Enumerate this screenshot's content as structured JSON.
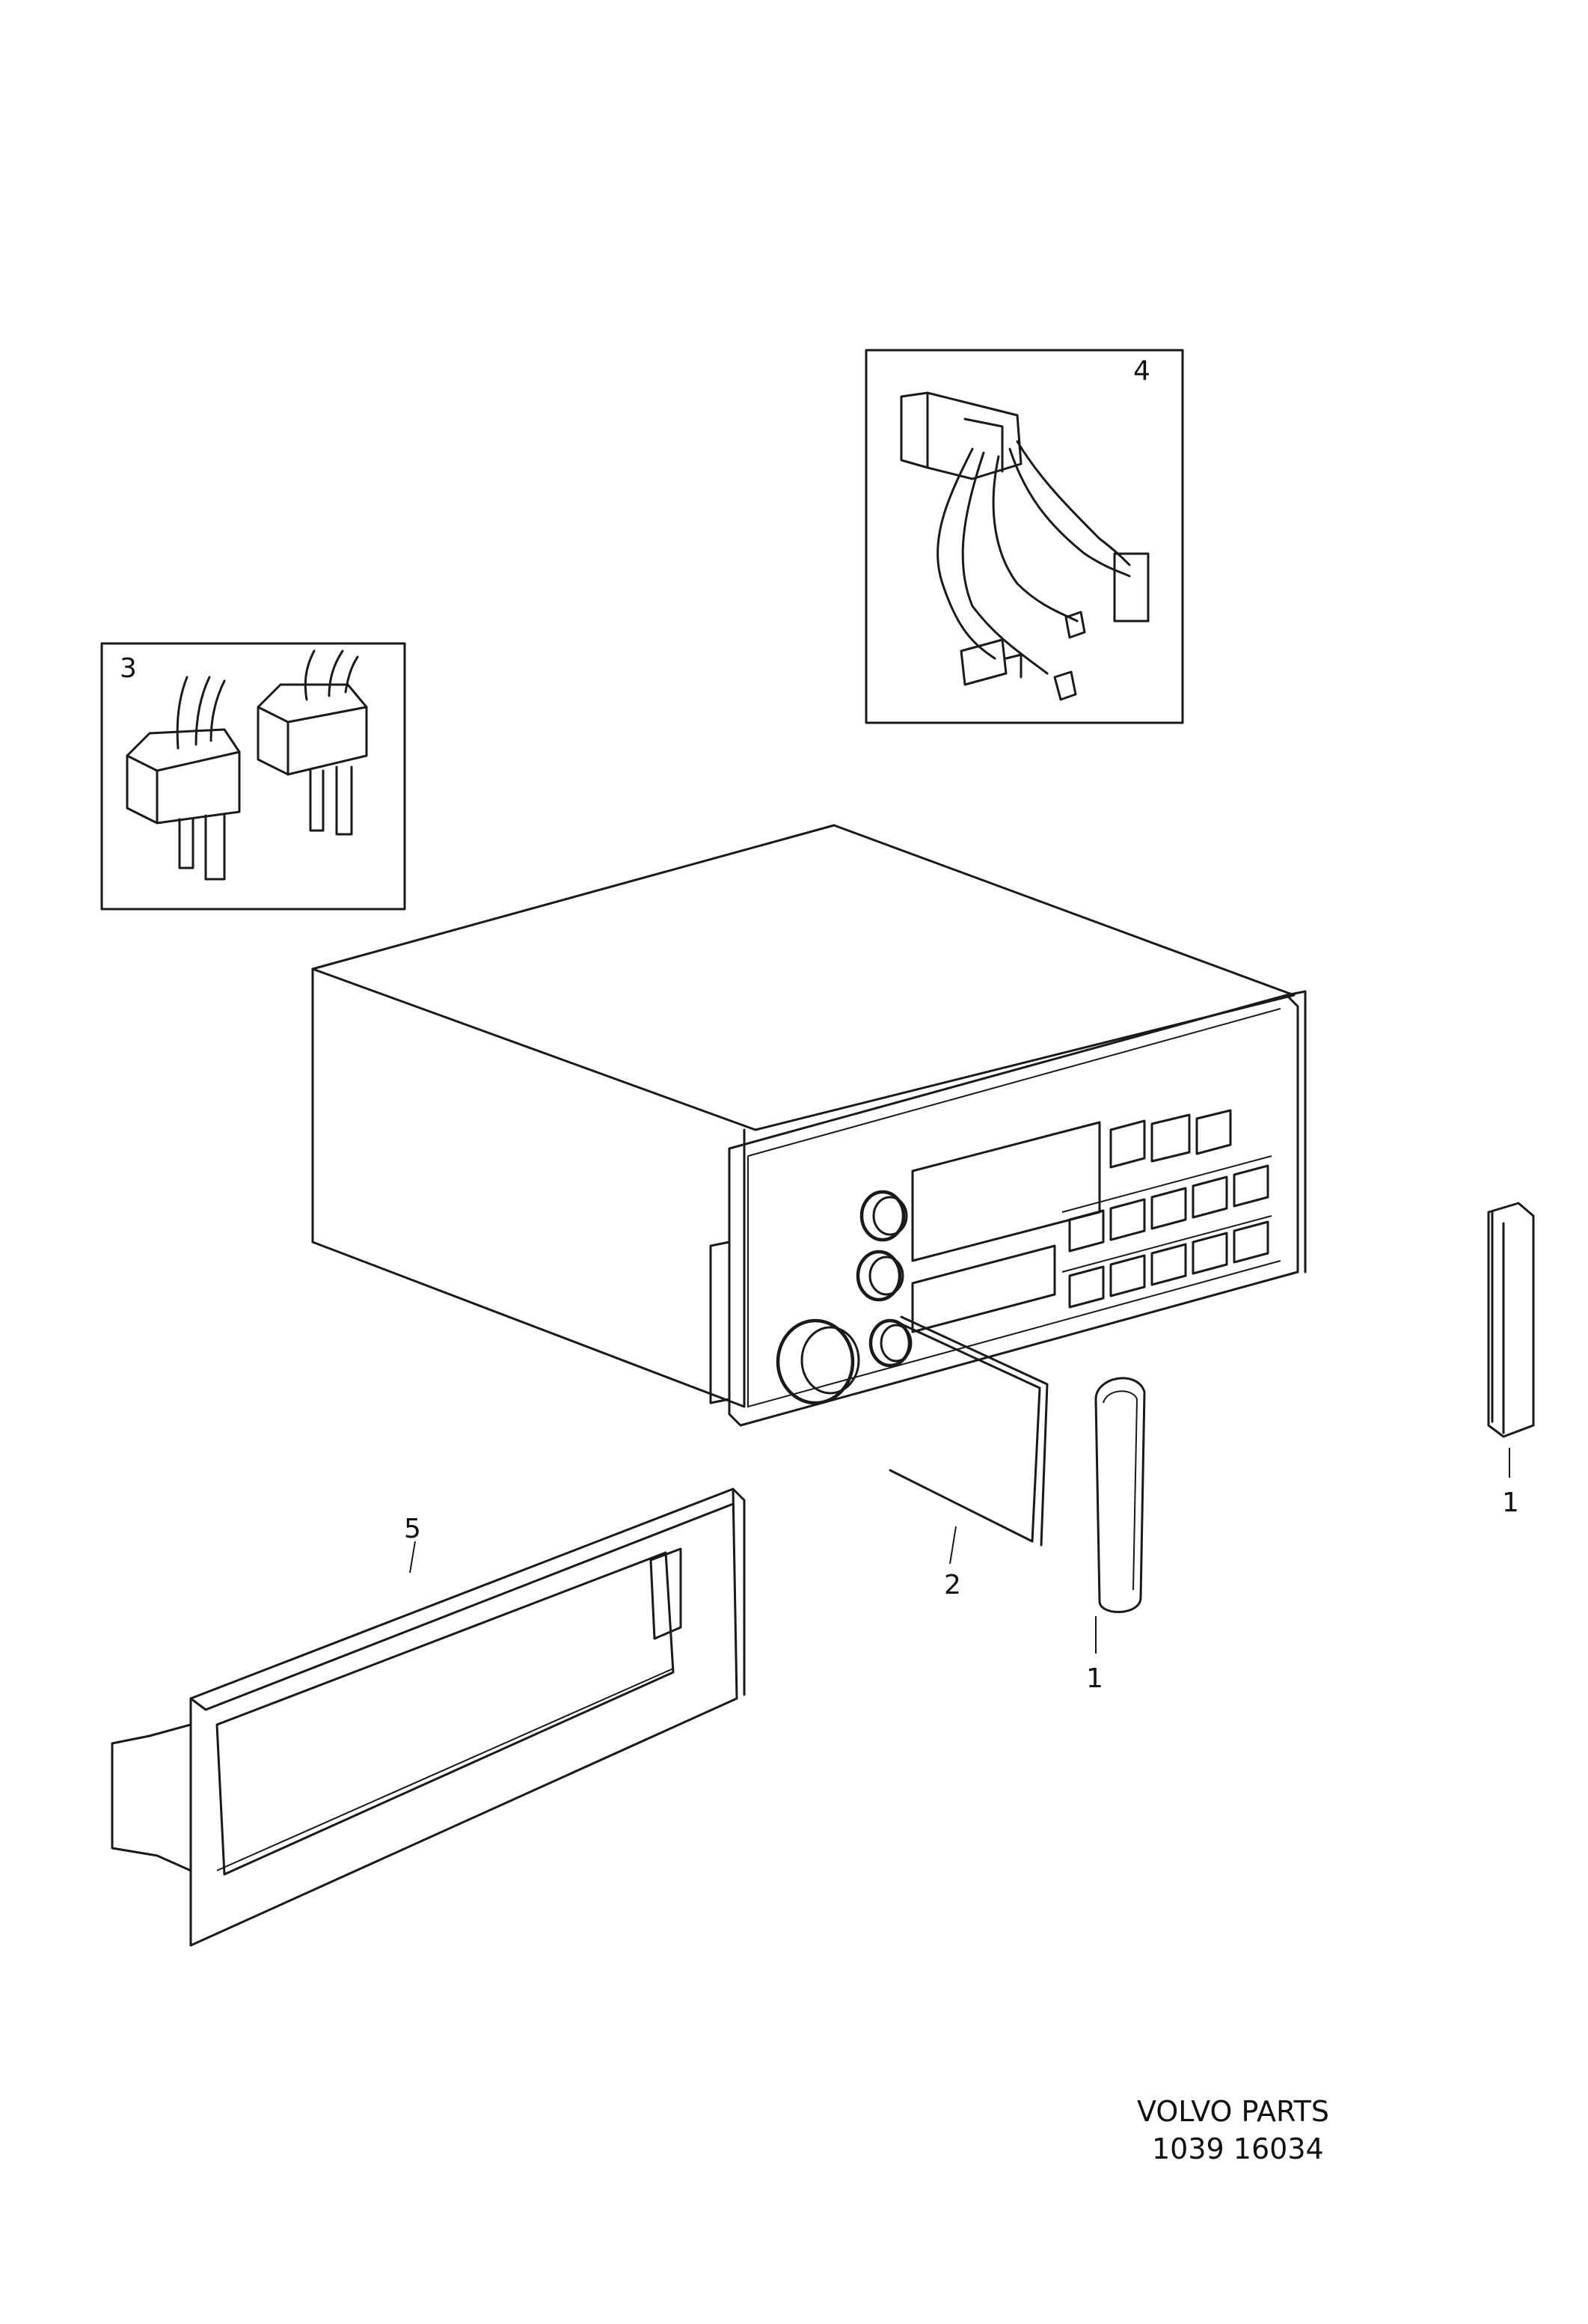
{
  "labels": {
    "item1a": "1",
    "item1b": "1",
    "item2": "2",
    "item3": "3",
    "item4": "4",
    "item5": "5"
  },
  "footer": {
    "brand": "VOLVO PARTS",
    "code": "1039 16034"
  }
}
